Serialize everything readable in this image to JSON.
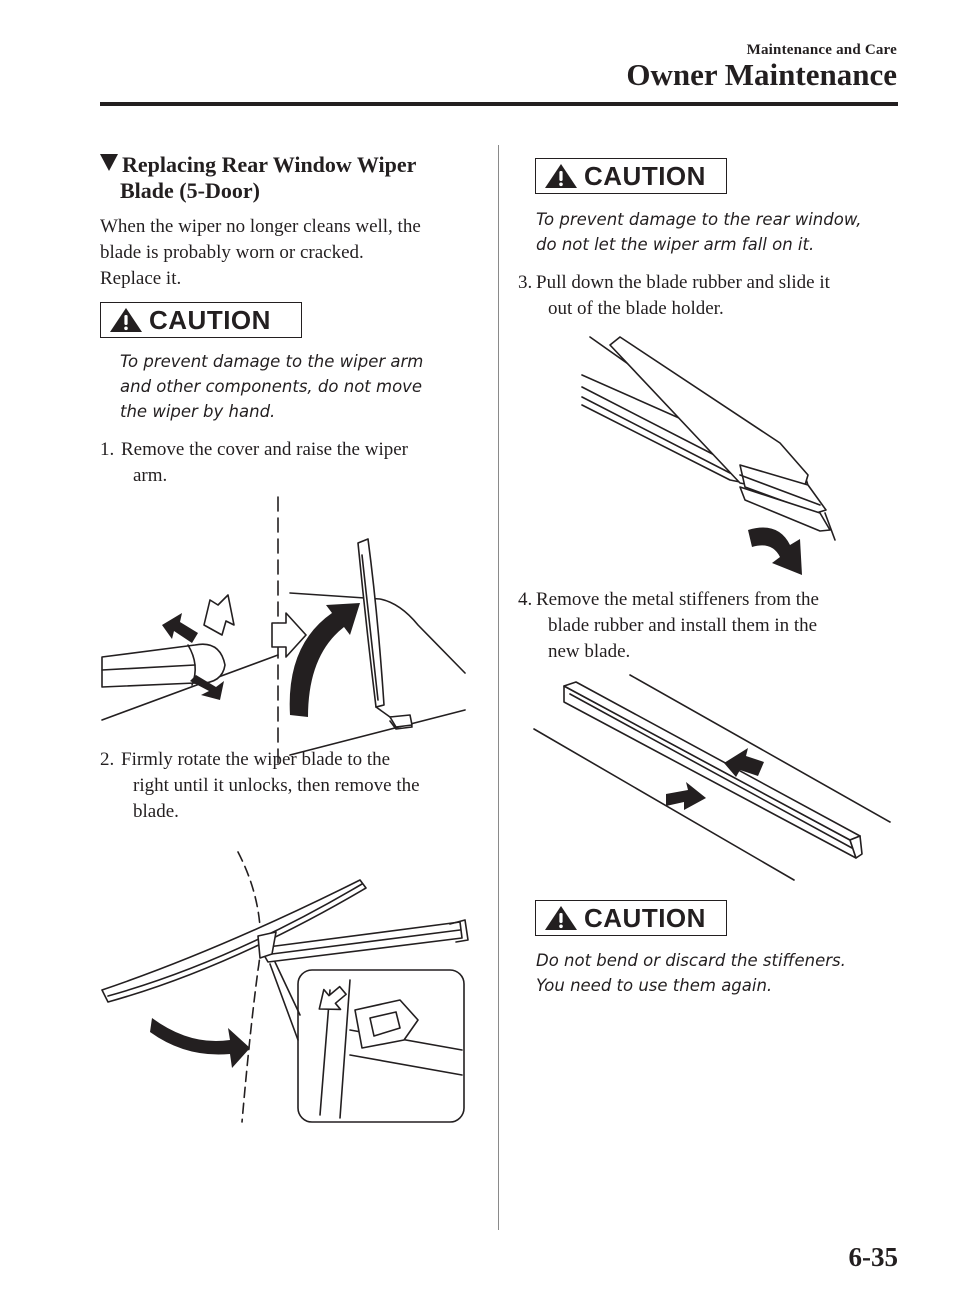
{
  "header": {
    "chapter": "Maintenance and Care",
    "section": "Owner Maintenance"
  },
  "left": {
    "title_line1": "Replacing Rear Window Wiper",
    "title_line2": "Blade (5-Door)",
    "intro": [
      "When the wiper no longer cleans well, the",
      "blade is probably worn or cracked.",
      "Replace it."
    ],
    "caution1": {
      "label": "CAUTION",
      "lines": [
        "To prevent damage to the wiper arm",
        "and other components, do not move",
        "the wiper by hand."
      ]
    },
    "step1": {
      "num": "1.",
      "lines": [
        "Remove the cover and raise the wiper",
        "arm."
      ]
    },
    "step2": {
      "num": "2.",
      "lines": [
        "Firmly rotate the wiper blade to the",
        "right until it unlocks, then remove the",
        "blade."
      ]
    }
  },
  "right": {
    "caution2": {
      "label": "CAUTION",
      "lines": [
        "To prevent damage to the rear window,",
        "do not let the wiper arm fall on it."
      ]
    },
    "step3": {
      "num": "3.",
      "lines": [
        "Pull down the blade rubber and slide it",
        "out of the blade holder."
      ]
    },
    "step4": {
      "num": "4.",
      "lines": [
        "Remove the metal stiffeners from the",
        "blade rubber and install them in the",
        "new blade."
      ]
    },
    "caution3": {
      "label": "CAUTION",
      "lines": [
        "Do not bend or discard the stiffeners.",
        "You need to use them again."
      ]
    }
  },
  "page_number": "6-35",
  "icons": {
    "caution": "warning-triangle-icon"
  }
}
